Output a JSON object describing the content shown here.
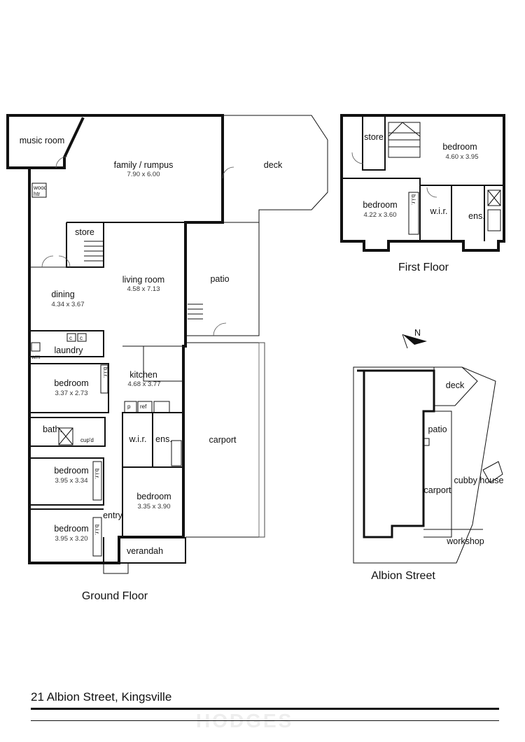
{
  "address": "21 Albion Street, Kingsville",
  "watermark": "HODGES",
  "ground_floor": {
    "label": "Ground Floor",
    "rooms": [
      {
        "name": "music room",
        "dims": ""
      },
      {
        "name": "family / rumpus",
        "dims": "7.90  x  6.00"
      },
      {
        "name": "deck",
        "dims": ""
      },
      {
        "name": "store",
        "dims": ""
      },
      {
        "name": "living room",
        "dims": "4.58  x  7.13"
      },
      {
        "name": "dining",
        "dims": "4.34  x  3.67"
      },
      {
        "name": "patio",
        "dims": ""
      },
      {
        "name": "laundry",
        "dims": ""
      },
      {
        "name": "kitchen",
        "dims": "4.68  x  3.77"
      },
      {
        "name": "bedroom",
        "dims": "3.37  x  2.73"
      },
      {
        "name": "bath.",
        "dims": ""
      },
      {
        "name": "w.i.r.",
        "dims": ""
      },
      {
        "name": "ens.",
        "dims": ""
      },
      {
        "name": "carport",
        "dims": ""
      },
      {
        "name": "bedroom",
        "dims": "3.95  x  3.34"
      },
      {
        "name": "bedroom",
        "dims": "3.35  x  3.90"
      },
      {
        "name": "entry",
        "dims": ""
      },
      {
        "name": "bedroom",
        "dims": "3.95  x  3.20"
      },
      {
        "name": "verandah",
        "dims": ""
      }
    ],
    "fixtures": {
      "wood_heater": [
        "wood",
        "htr"
      ],
      "wm": "wm",
      "c": "c",
      "bir": "b.i.r.",
      "cupd": "cup'd",
      "p": "p",
      "ref": "ref"
    }
  },
  "first_floor": {
    "label": "First Floor",
    "rooms": [
      {
        "name": "store",
        "dims": ""
      },
      {
        "name": "bedroom",
        "dims": "4.60  x  3.95"
      },
      {
        "name": "bedroom",
        "dims": "4.22  x  3.60"
      },
      {
        "name": "b.i.r.",
        "dims": ""
      },
      {
        "name": "w.i.r.",
        "dims": ""
      },
      {
        "name": "ens.",
        "dims": ""
      }
    ]
  },
  "site_plan": {
    "street": "Albion Street",
    "north": "N",
    "labels": [
      "deck",
      "patio",
      "carport",
      "cubby house",
      "workshop"
    ]
  }
}
